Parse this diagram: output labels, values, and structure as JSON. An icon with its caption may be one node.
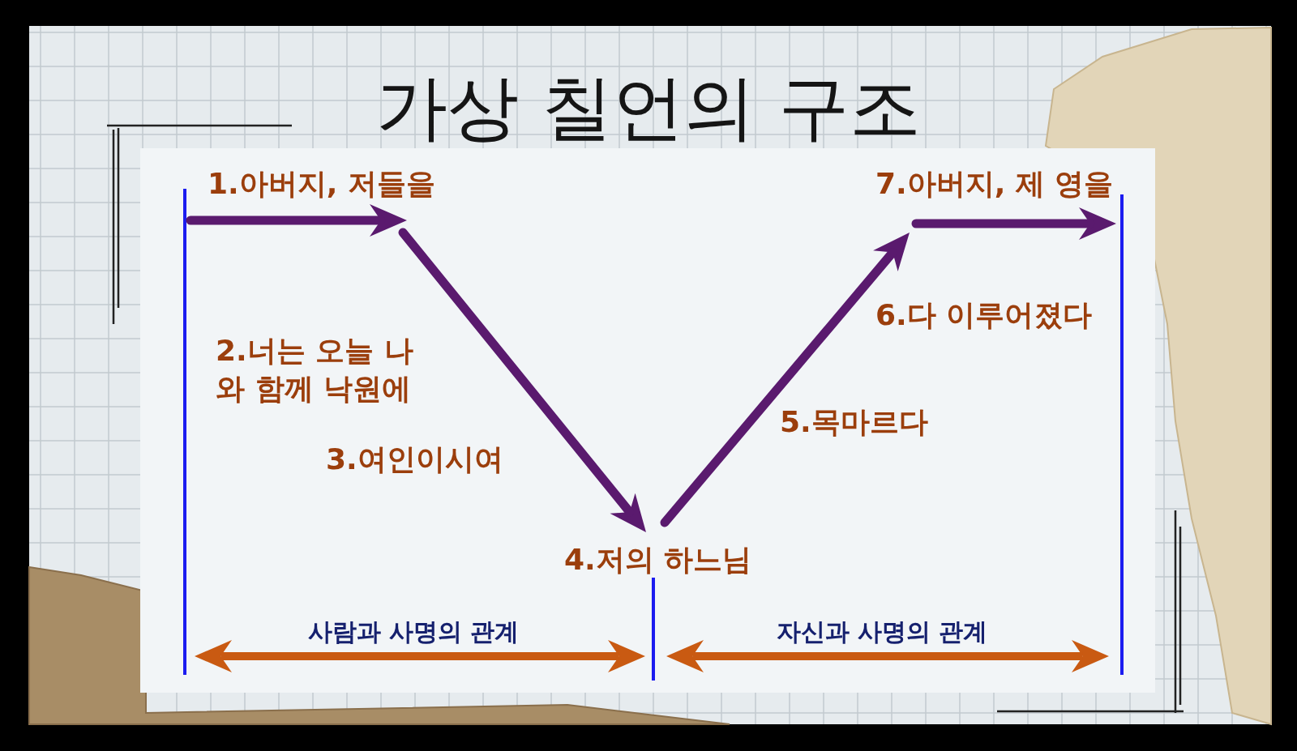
{
  "diagram": {
    "title": "가상 칠언의 구조",
    "labels": [
      "1.아버지, 저들을",
      "7.아버지, 제 영을",
      "6.다 이루어졌다",
      "2.너는 오늘 나와 함께 낙원에",
      "5.목마르다",
      "3.여인이시여",
      "4.저의 하느님",
      "사람과 사명의 관계",
      "자신과 사명의 관계"
    ]
  }
}
